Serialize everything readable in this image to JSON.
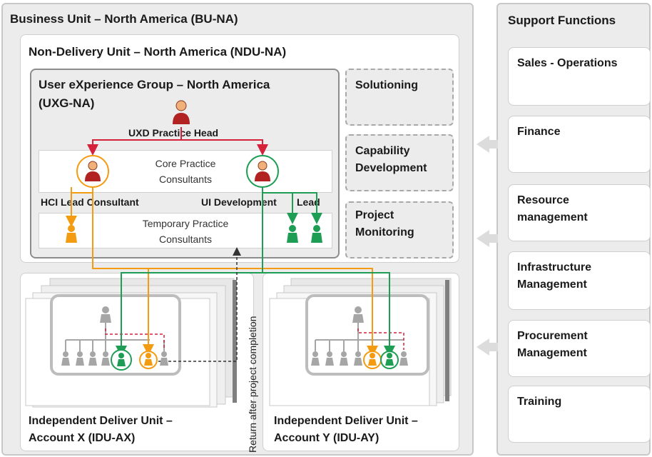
{
  "bu": {
    "title": "Business Unit – North America (BU-NA)"
  },
  "ndu": {
    "title": "Non-Delivery Unit – North America (NDU-NA)"
  },
  "uxg": {
    "title_line1": "User eXperience Group – North America",
    "title_line2": "(UXG-NA)"
  },
  "practice_head": "UXD Practice Head",
  "core_practice": {
    "line1": "Core Practice",
    "line2": "Consultants"
  },
  "hci_lead": "HCI Lead Consultant",
  "ui_dev_lead_1": "UI Development",
  "ui_dev_lead_2": "Lead",
  "temp_practice": {
    "line1": "Temporary Practice",
    "line2": "Consultants"
  },
  "ndu_side": [
    {
      "line1": "Solutioning",
      "line2": ""
    },
    {
      "line1": "Capability",
      "line2": "Development"
    },
    {
      "line1": "Project",
      "line2": "Monitoring"
    }
  ],
  "idu_x": {
    "line1": "Independent Deliver Unit –",
    "line2": "Account X (IDU-AX)"
  },
  "idu_y": {
    "line1": "Independent Deliver Unit –",
    "line2": "Account Y (IDU-AY)"
  },
  "return_text": "Return after project completion",
  "support": {
    "title": "Support Functions",
    "items": [
      {
        "line1": "Sales - Operations",
        "line2": ""
      },
      {
        "line1": "Finance",
        "line2": ""
      },
      {
        "line1": "Resource",
        "line2": "management"
      },
      {
        "line1": "Infrastructure",
        "line2": "Management"
      },
      {
        "line1": "Procurement",
        "line2": "Management"
      },
      {
        "line1": "Training",
        "line2": ""
      }
    ]
  },
  "colors": {
    "orange": "#f39c12",
    "green": "#1e9e55",
    "red": "#d6213b",
    "gray_icon": "#a6a6a6",
    "head_red": "#b22222"
  }
}
